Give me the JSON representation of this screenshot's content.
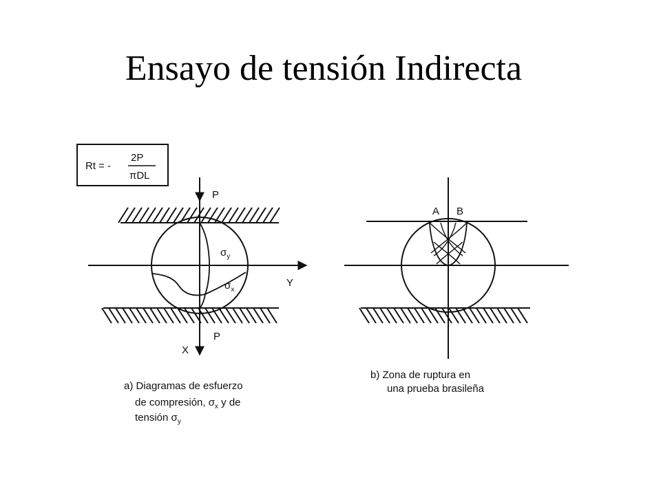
{
  "title": "Ensayo de tensión Indirecta",
  "formula": {
    "lhs": "Rt = -",
    "numerator": "2P",
    "denominator": "πDL"
  },
  "diagram_a": {
    "load_top": "P",
    "load_bottom": "P",
    "axis_y": "Y",
    "axis_x": "X",
    "sigma": "σ",
    "sub_y": "y",
    "sub_x": "x",
    "caption": {
      "line1": "a) Diagramas de esfuerzo",
      "line2_prefix": "de  compresión,",
      "line2_suffix": "y de",
      "line3_prefix": "tensión"
    }
  },
  "diagram_b": {
    "point_a": "A",
    "point_b": "B",
    "caption": {
      "line1": "b) Zona de ruptura en",
      "line2": "una prueba brasileña"
    }
  }
}
